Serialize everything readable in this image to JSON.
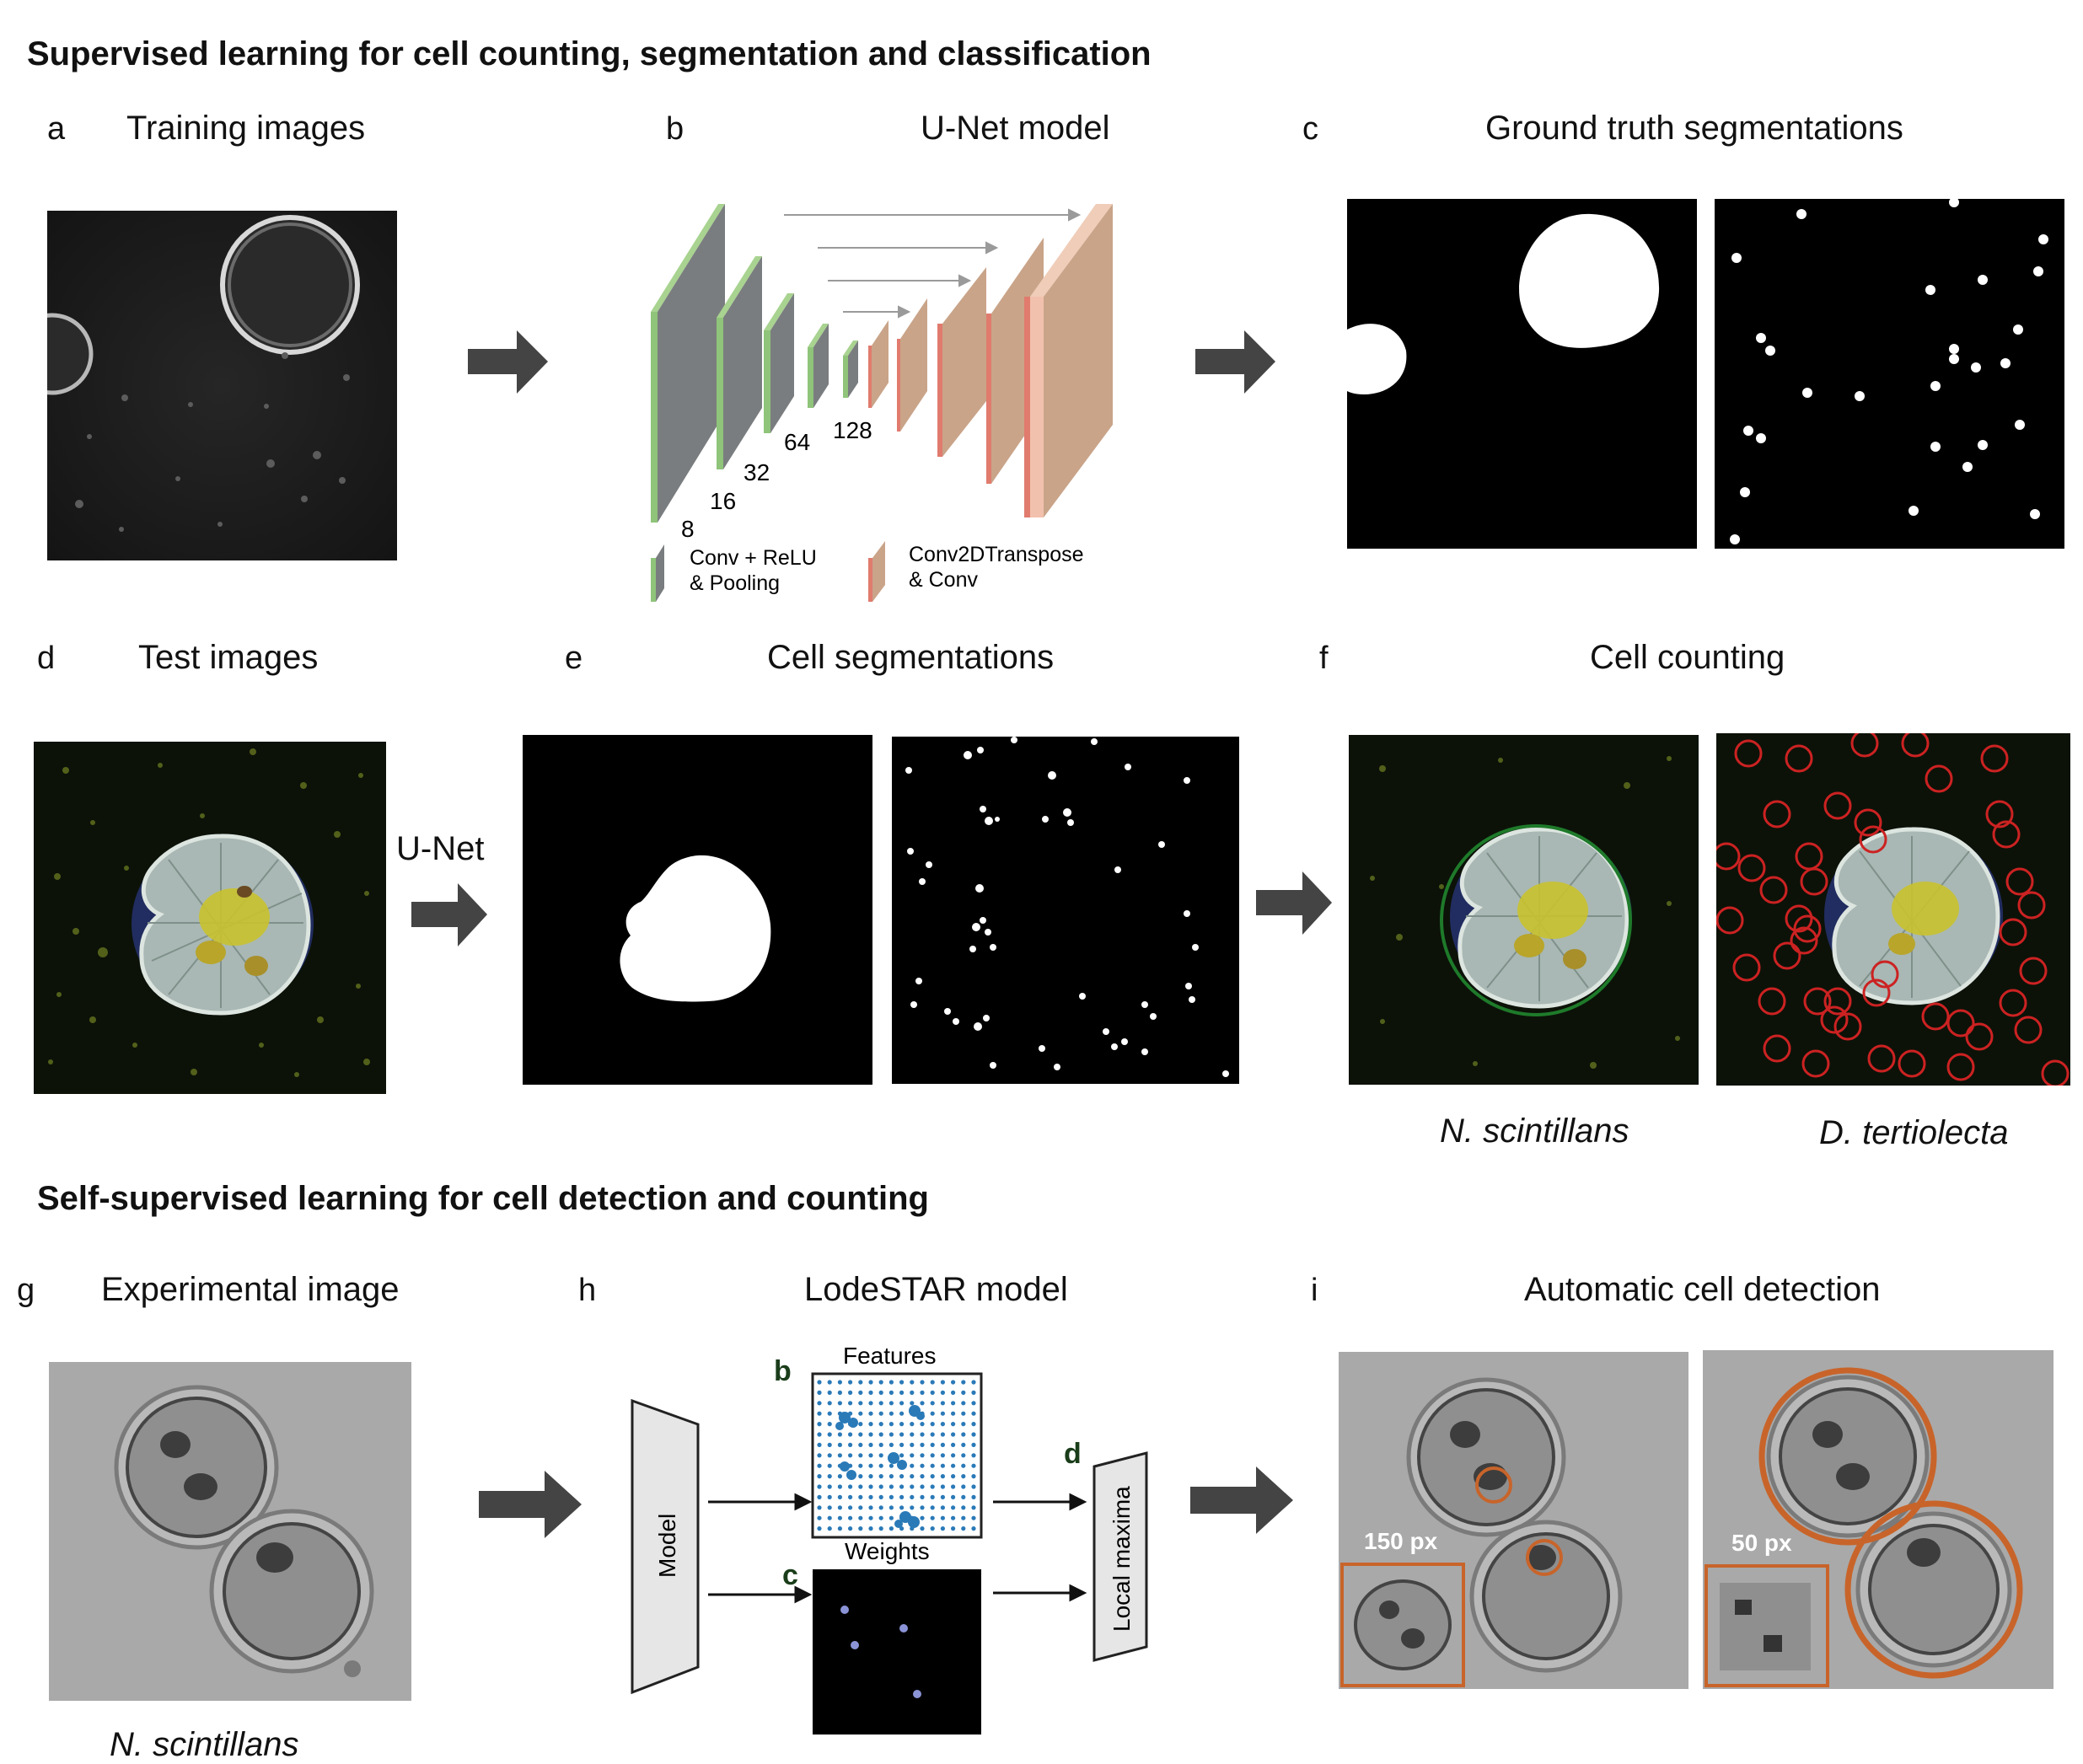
{
  "section1": {
    "title": "Supervised learning for cell counting, segmentation and classification"
  },
  "section2": {
    "title": "Self-supervised learning for cell detection and counting"
  },
  "panels": {
    "a": {
      "letter": "a",
      "title": "Training images"
    },
    "b": {
      "letter": "b",
      "title": "U-Net model"
    },
    "c": {
      "letter": "c",
      "title": "Ground truth segmentations"
    },
    "d": {
      "letter": "d",
      "title": "Test images"
    },
    "e": {
      "letter": "e",
      "title": "Cell segmentations"
    },
    "f": {
      "letter": "f",
      "title": "Cell counting"
    },
    "g": {
      "letter": "g",
      "title": "Experimental image"
    },
    "h": {
      "letter": "h",
      "title": "LodeSTAR model"
    },
    "i": {
      "letter": "i",
      "title": "Automatic cell detection"
    }
  },
  "unet": {
    "channels": [
      "8",
      "16",
      "32",
      "64",
      "128"
    ],
    "legend_encoder": [
      "Conv + ReLU",
      "& Pooling"
    ],
    "legend_decoder": [
      "Conv2DTranspose",
      "& Conv"
    ]
  },
  "arrow_labels": {
    "unet": "U-Net"
  },
  "captions": {
    "f_left": "N. scintillans",
    "f_right": "D. tertiolecta",
    "g": "N. scintillans"
  },
  "lodestar": {
    "model_label": "Model",
    "features_label": "Features",
    "weights_label": "Weights",
    "local_maxima_label": "Local maxima",
    "sub_b": "b",
    "sub_c": "c",
    "sub_d": "d"
  },
  "detection": {
    "inset_left": "150 px",
    "inset_right": "50 px"
  },
  "colors": {
    "encoder_green": "#8fc47a",
    "encoder_gray": "#7a7d7f",
    "decoder_tan": "#c9a489",
    "decoder_red": "#e07b6e",
    "detection_orange": "#c8642a",
    "count_green": "#1e7a2a",
    "count_red": "#cc2222",
    "feature_blue": "#2a7ab8"
  }
}
